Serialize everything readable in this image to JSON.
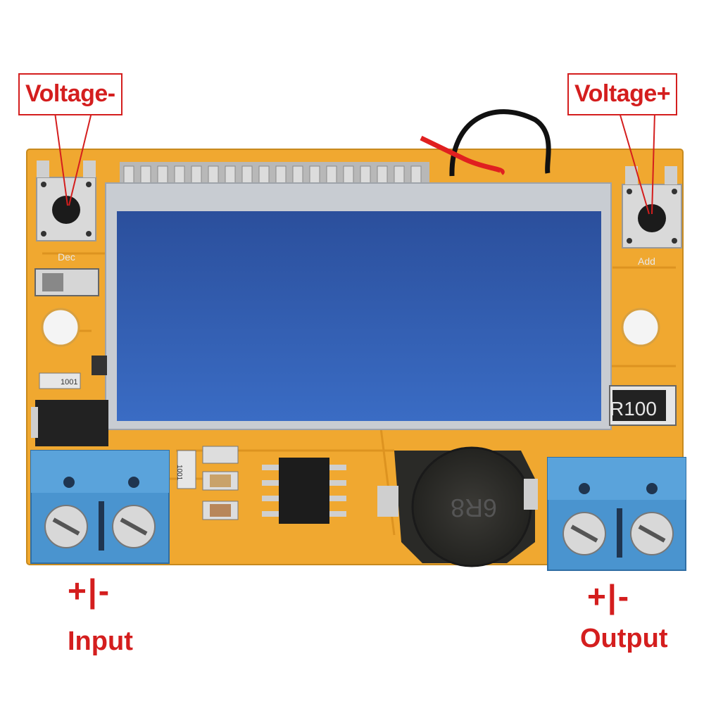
{
  "labels": {
    "voltage_minus": "Voltage-",
    "voltage_plus": "Voltage+",
    "input_polarity": "+|-",
    "output_polarity": "+|-",
    "input": "Input",
    "output": "Output"
  },
  "board_markings": {
    "dec": "Dec",
    "add": "Add",
    "shunt": "R100",
    "inductor": "6R8",
    "resistor_a": "1001",
    "resistor_b": "1001"
  },
  "colors": {
    "pcb": "#f0a830",
    "lcd": "#2f5aa8",
    "terminal": "#4a94cf",
    "callout": "#d41e1e"
  }
}
